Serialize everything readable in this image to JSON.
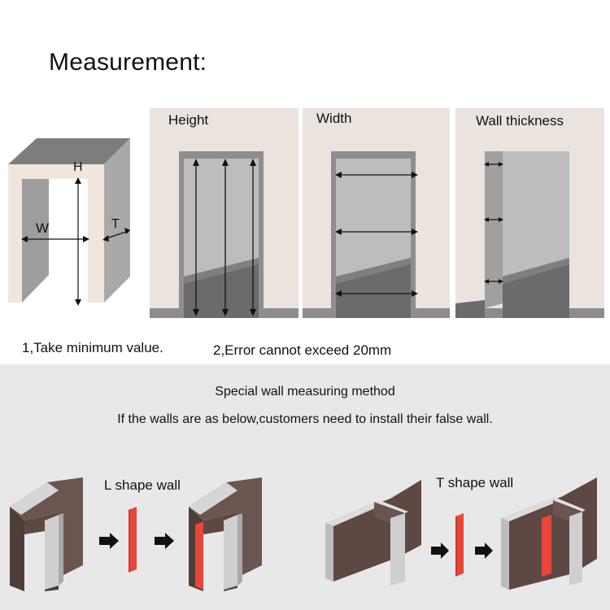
{
  "title": "Measurement:",
  "frame_labels": {
    "height": "H",
    "width": "W",
    "thickness": "T"
  },
  "panels": [
    {
      "label": "Height"
    },
    {
      "label": "Width"
    },
    {
      "label": "Wall thickness"
    }
  ],
  "notes": {
    "first": "1,Take minimum value.",
    "second": "2,Error cannot exceed 20mm"
  },
  "special": {
    "heading": "Special wall measuring method",
    "instruction": "If the walls are as below,customers need to install their  false wall.",
    "l_shape_label": "L shape wall",
    "t_shape_label": "T shape wall"
  },
  "colors": {
    "wall_brown": "#5e4843",
    "false_wall_red": "#e9463b",
    "panel_beige": "#eae3de",
    "frame_gray": "#8e8e8e",
    "bottom_bg": "#e8e8e8"
  }
}
